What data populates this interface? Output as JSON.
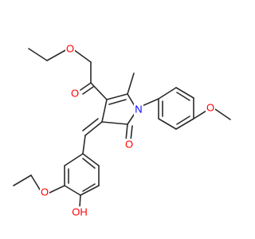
{
  "molecule": {
    "atoms": {
      "ester_carbonyl_o": {
        "label": "O",
        "color": "#ff0000"
      },
      "ester_o": {
        "label": "O",
        "color": "#ff0000"
      },
      "ring_n": {
        "label": "N",
        "color": "#0000ff"
      },
      "lactam_o": {
        "label": "O",
        "color": "#ff0000"
      },
      "methoxy_o": {
        "label": "O",
        "color": "#ff0000"
      },
      "ethoxy_o": {
        "label": "O",
        "color": "#ff0000"
      },
      "hydroxy_o": {
        "label": "OH",
        "color": "#ff0000"
      }
    }
  }
}
